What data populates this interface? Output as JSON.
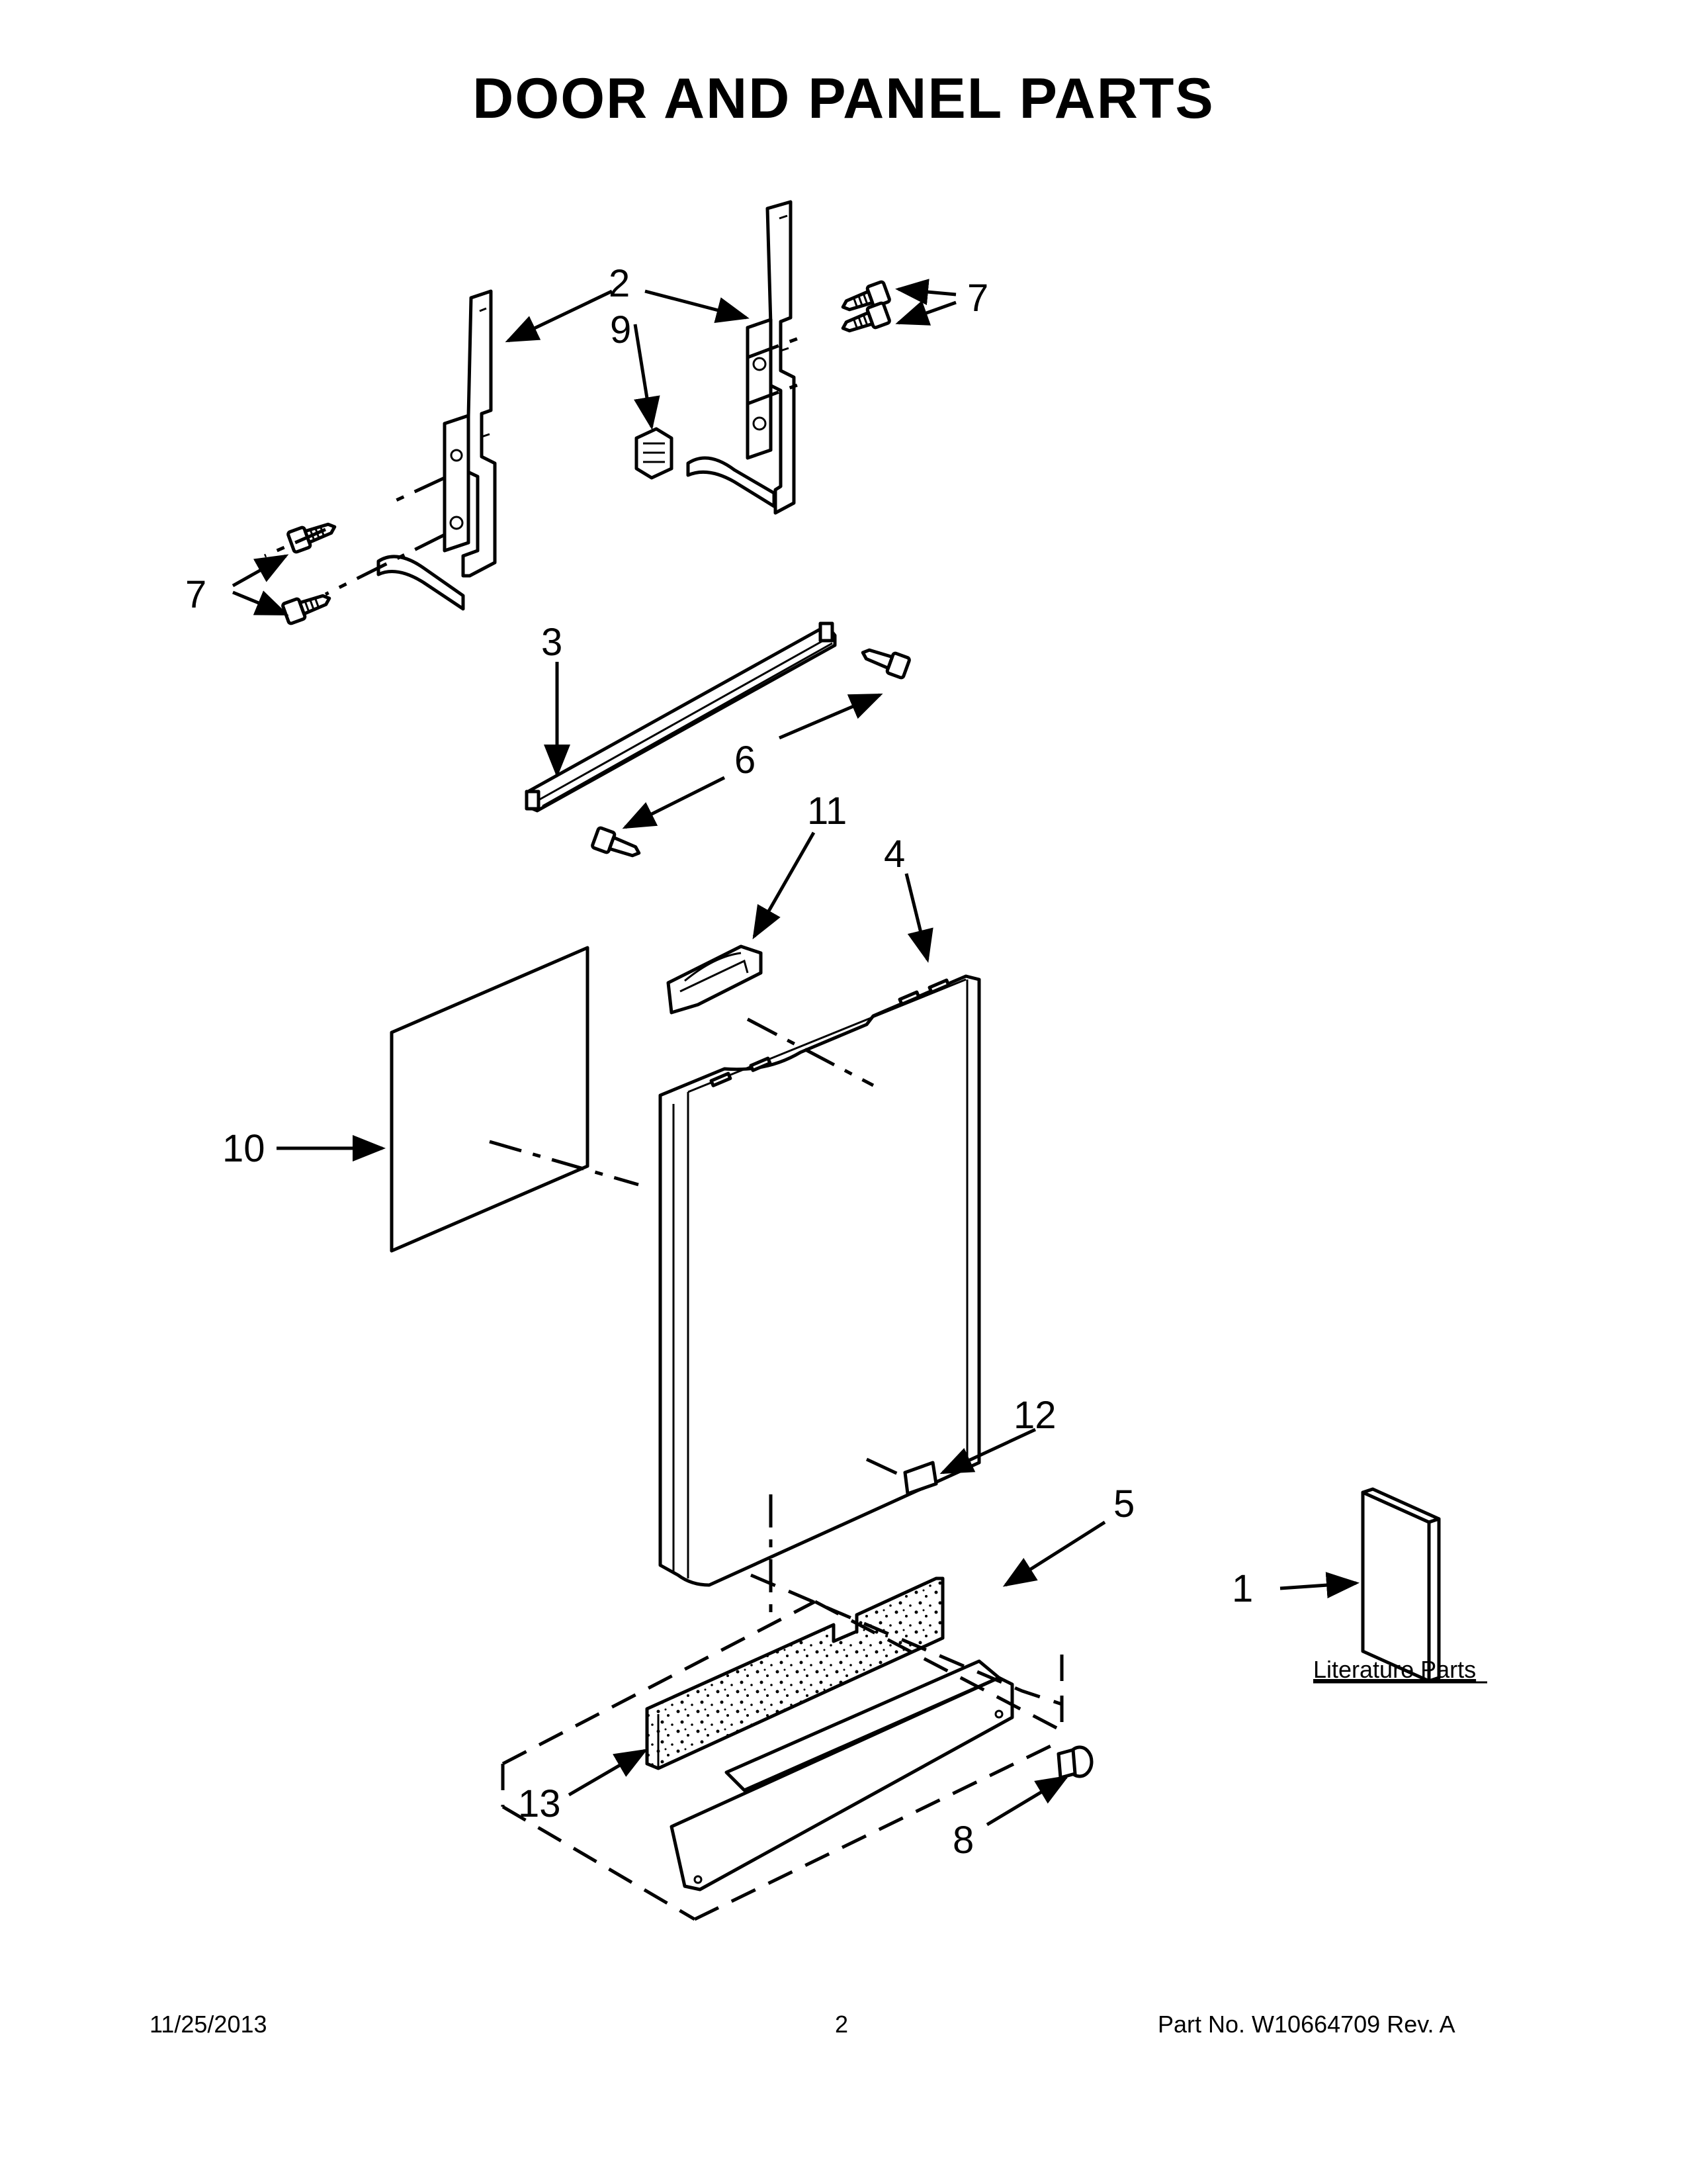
{
  "page": {
    "title": "DOOR AND PANEL PARTS"
  },
  "callouts": {
    "c1": "1",
    "c2": "2",
    "c3": "3",
    "c4": "4",
    "c5": "5",
    "c6": "6",
    "c7a": "7",
    "c7b": "7",
    "c8": "8",
    "c9": "9",
    "c10": "10",
    "c11": "11",
    "c12": "12",
    "c13": "13"
  },
  "literature": {
    "label": "Literature Parts"
  },
  "footer": {
    "date": "11/25/2013",
    "page_number": "2",
    "part_number": "Part No.  W10664709  Rev.  A"
  }
}
